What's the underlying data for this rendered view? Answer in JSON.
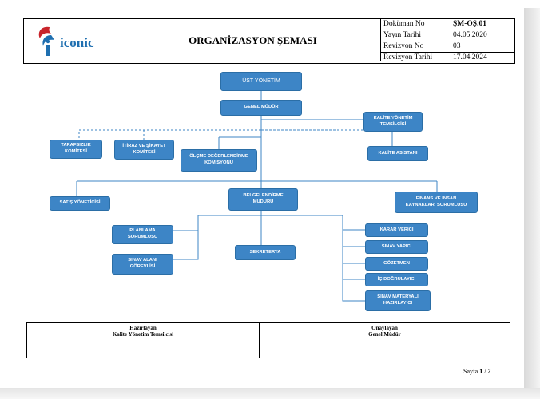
{
  "header": {
    "logo_text": "iconic",
    "title": "ORGANİZASYON ŞEMASI",
    "meta": [
      {
        "key": "Doküman No",
        "value": "ŞM-OŞ.01"
      },
      {
        "key": "Yayın Tarihi",
        "value": "04.05.2020"
      },
      {
        "key": "Revizyon No",
        "value": "03"
      },
      {
        "key": "Revizyon Tarihi",
        "value": "17.04.2024"
      }
    ]
  },
  "org": {
    "ust_yonetim": "ÜST YÖNETİM",
    "genel_mudur": "GENEL MÜDÜR",
    "kalite_yonetim": "KALİTE YÖNETİM\nTEMSİLCİSİ",
    "kalite_asistani": "KALİTE ASİSTANI",
    "tarafsizlik": "TARAFSIZLIK\nKOMİTESİ",
    "itiraz": "İTİRAZ VE ŞİKAYET\nKOMİTESİ",
    "olcme": "ÖLÇME DEĞERLENDİRME\nKOMİSYONU",
    "satis": "SATIŞ YÖNETİCİSİ",
    "belgelendirme": "BELGELENDİRME\nMÜDÜRÜ",
    "finans": "FİNANS VE İNSAN\nKAYNAKLARI SORUMLUSU",
    "planlama": "PLANLAMA\nSORUMLUSU",
    "sinav_alani": "SINAV ALANI\nGÖREVLİSİ",
    "sekreterya": "SEKRETERYA",
    "karar_verici": "KARAR VERİCİ",
    "sinav_yapici": "SINAV YAPICI",
    "gozetmen": "GÖZETMEN",
    "ic_dogrulayici": "İÇ DOĞRULAYICI",
    "sinav_materyali": "SINAV MATERYALİ\nHAZIRLAYICI"
  },
  "footer": {
    "prepared_label": "Hazırlayan",
    "prepared_by": "Kalite Yönetim Temsilcisi",
    "approved_label": "Onaylayan",
    "approved_by": "Genel Müdür"
  },
  "page": {
    "label": "Sayfa",
    "current": "1",
    "separator": "/",
    "total": "2"
  }
}
